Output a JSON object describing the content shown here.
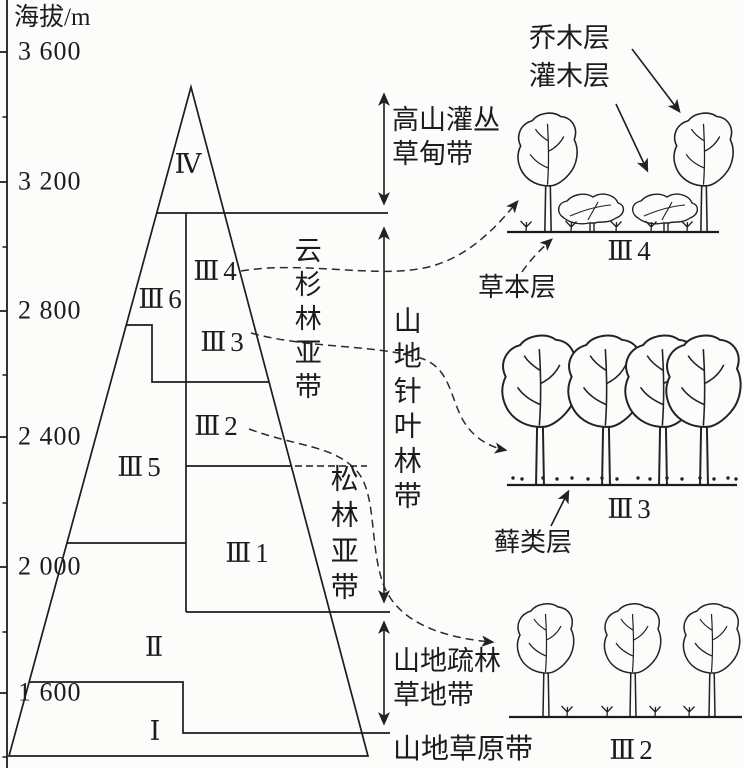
{
  "figure": {
    "background": "#fcfcfb",
    "line_color": "#222222",
    "description_type": "mountain altitudinal vegetation belts diagram"
  },
  "axis": {
    "title": "海拔/m",
    "tick_labels": [
      "3 600",
      "3 200",
      "2 800",
      "2 400",
      "2 000",
      "1 600"
    ]
  },
  "zones": {
    "IV": "Ⅳ",
    "III6": "Ⅲ6",
    "III5": "Ⅲ5",
    "III4": "Ⅲ4",
    "III3": "Ⅲ3",
    "III2": "Ⅲ2",
    "III1": "Ⅲ1",
    "II": "Ⅱ",
    "I": "Ⅰ"
  },
  "belts": {
    "alpine_shrub_meadow_line1": "高山灌丛",
    "alpine_shrub_meadow_line2": "草甸带",
    "spruce_forest_subzone": "云杉林亚带",
    "mountain_conifer_forest_belt": "山地针叶林带",
    "pine_forest_subzone": "松林亚带",
    "open_forest_grassland_line1": "山地疏林",
    "open_forest_grassland_line2": "草地带",
    "mountain_steppe_belt": "山地草原带"
  },
  "vegetation_layers": {
    "tree_layer": "乔木层",
    "shrub_layer": "灌木层",
    "herb_layer": "草本层",
    "moss_layer": "藓类层"
  },
  "scene_labels": {
    "III4": "Ⅲ4",
    "III3": "Ⅲ3",
    "III2": "Ⅲ2"
  }
}
